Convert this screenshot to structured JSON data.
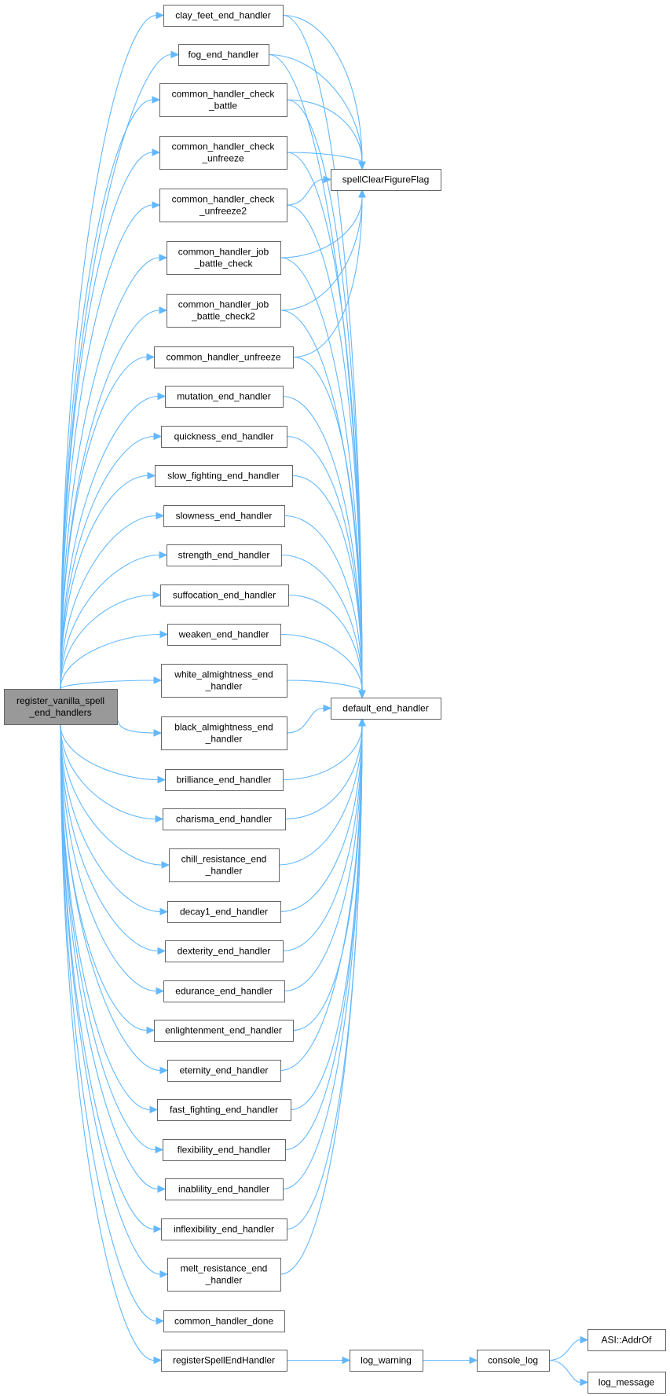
{
  "nodes": [
    {
      "id": "root",
      "lines": [
        "register_vanilla_spell",
        "_end_handlers"
      ],
      "root": true
    },
    {
      "id": "clay",
      "lines": [
        "clay_feet_end_handler"
      ]
    },
    {
      "id": "fog",
      "lines": [
        "fog_end_handler"
      ]
    },
    {
      "id": "chb",
      "lines": [
        "common_handler_check",
        "_battle"
      ]
    },
    {
      "id": "chu",
      "lines": [
        "common_handler_check",
        "_unfreeze"
      ]
    },
    {
      "id": "chu2",
      "lines": [
        "common_handler_check",
        "_unfreeze2"
      ]
    },
    {
      "id": "cjb",
      "lines": [
        "common_handler_job",
        "_battle_check"
      ]
    },
    {
      "id": "cjb2",
      "lines": [
        "common_handler_job",
        "_battle_check2"
      ]
    },
    {
      "id": "cu",
      "lines": [
        "common_handler_unfreeze"
      ]
    },
    {
      "id": "mut",
      "lines": [
        "mutation_end_handler"
      ]
    },
    {
      "id": "quick",
      "lines": [
        "quickness_end_handler"
      ]
    },
    {
      "id": "slowf",
      "lines": [
        "slow_fighting_end_handler"
      ]
    },
    {
      "id": "slown",
      "lines": [
        "slowness_end_handler"
      ]
    },
    {
      "id": "str",
      "lines": [
        "strength_end_handler"
      ]
    },
    {
      "id": "suff",
      "lines": [
        "suffocation_end_handler"
      ]
    },
    {
      "id": "weak",
      "lines": [
        "weaken_end_handler"
      ]
    },
    {
      "id": "white",
      "lines": [
        "white_almightness_end",
        "_handler"
      ]
    },
    {
      "id": "black",
      "lines": [
        "black_almightness_end",
        "_handler"
      ]
    },
    {
      "id": "brill",
      "lines": [
        "brilliance_end_handler"
      ]
    },
    {
      "id": "char",
      "lines": [
        "charisma_end_handler"
      ]
    },
    {
      "id": "chill",
      "lines": [
        "chill_resistance_end",
        "_handler"
      ]
    },
    {
      "id": "decay",
      "lines": [
        "decay1_end_handler"
      ]
    },
    {
      "id": "dex",
      "lines": [
        "dexterity_end_handler"
      ]
    },
    {
      "id": "edu",
      "lines": [
        "edurance_end_handler"
      ]
    },
    {
      "id": "enl",
      "lines": [
        "enlightenment_end_handler"
      ]
    },
    {
      "id": "ete",
      "lines": [
        "eternity_end_handler"
      ]
    },
    {
      "id": "fastf",
      "lines": [
        "fast_fighting_end_handler"
      ]
    },
    {
      "id": "flex",
      "lines": [
        "flexibility_end_handler"
      ]
    },
    {
      "id": "inab",
      "lines": [
        "inablility_end_handler"
      ]
    },
    {
      "id": "inflex",
      "lines": [
        "inflexibility_end_handler"
      ]
    },
    {
      "id": "melt",
      "lines": [
        "melt_resistance_end",
        "_handler"
      ]
    },
    {
      "id": "chd",
      "lines": [
        "common_handler_done"
      ]
    },
    {
      "id": "reg",
      "lines": [
        "registerSpellEndHandler"
      ]
    },
    {
      "id": "scff",
      "lines": [
        "spellClearFigureFlag"
      ]
    },
    {
      "id": "deh",
      "lines": [
        "default_end_handler"
      ]
    },
    {
      "id": "logw",
      "lines": [
        "log_warning"
      ]
    },
    {
      "id": "clog",
      "lines": [
        "console_log"
      ]
    },
    {
      "id": "asi",
      "lines": [
        "ASI::AddrOf"
      ]
    },
    {
      "id": "logm",
      "lines": [
        "log_message"
      ]
    }
  ],
  "edges": [
    [
      "root",
      "clay"
    ],
    [
      "root",
      "fog"
    ],
    [
      "root",
      "chb"
    ],
    [
      "root",
      "chu"
    ],
    [
      "root",
      "chu2"
    ],
    [
      "root",
      "cjb"
    ],
    [
      "root",
      "cjb2"
    ],
    [
      "root",
      "cu"
    ],
    [
      "root",
      "mut"
    ],
    [
      "root",
      "quick"
    ],
    [
      "root",
      "slowf"
    ],
    [
      "root",
      "slown"
    ],
    [
      "root",
      "str"
    ],
    [
      "root",
      "suff"
    ],
    [
      "root",
      "weak"
    ],
    [
      "root",
      "white"
    ],
    [
      "root",
      "black"
    ],
    [
      "root",
      "brill"
    ],
    [
      "root",
      "char"
    ],
    [
      "root",
      "chill"
    ],
    [
      "root",
      "decay"
    ],
    [
      "root",
      "dex"
    ],
    [
      "root",
      "edu"
    ],
    [
      "root",
      "enl"
    ],
    [
      "root",
      "ete"
    ],
    [
      "root",
      "fastf"
    ],
    [
      "root",
      "flex"
    ],
    [
      "root",
      "inab"
    ],
    [
      "root",
      "inflex"
    ],
    [
      "root",
      "melt"
    ],
    [
      "root",
      "chd"
    ],
    [
      "root",
      "reg"
    ],
    [
      "clay",
      "scff"
    ],
    [
      "fog",
      "scff"
    ],
    [
      "chb",
      "scff"
    ],
    [
      "chu",
      "scff"
    ],
    [
      "chu2",
      "scff"
    ],
    [
      "cjb",
      "scff"
    ],
    [
      "cjb2",
      "scff"
    ],
    [
      "cu",
      "scff"
    ],
    [
      "clay",
      "deh"
    ],
    [
      "fog",
      "deh"
    ],
    [
      "chb",
      "deh"
    ],
    [
      "chu",
      "deh"
    ],
    [
      "chu2",
      "deh"
    ],
    [
      "cjb",
      "deh"
    ],
    [
      "cjb2",
      "deh"
    ],
    [
      "cu",
      "deh"
    ],
    [
      "mut",
      "deh"
    ],
    [
      "quick",
      "deh"
    ],
    [
      "slowf",
      "deh"
    ],
    [
      "slown",
      "deh"
    ],
    [
      "str",
      "deh"
    ],
    [
      "suff",
      "deh"
    ],
    [
      "weak",
      "deh"
    ],
    [
      "white",
      "deh"
    ],
    [
      "black",
      "deh"
    ],
    [
      "brill",
      "deh"
    ],
    [
      "char",
      "deh"
    ],
    [
      "chill",
      "deh"
    ],
    [
      "decay",
      "deh"
    ],
    [
      "dex",
      "deh"
    ],
    [
      "edu",
      "deh"
    ],
    [
      "enl",
      "deh"
    ],
    [
      "ete",
      "deh"
    ],
    [
      "fastf",
      "deh"
    ],
    [
      "flex",
      "deh"
    ],
    [
      "inab",
      "deh"
    ],
    [
      "inflex",
      "deh"
    ],
    [
      "melt",
      "deh"
    ],
    [
      "reg",
      "logw"
    ],
    [
      "logw",
      "clog"
    ],
    [
      "clog",
      "asi"
    ],
    [
      "clog",
      "logm"
    ]
  ],
  "colors": {
    "edge": "#63b8ff",
    "node_border": "#666666",
    "root_fill": "#999999",
    "node_fill": "#ffffff"
  }
}
